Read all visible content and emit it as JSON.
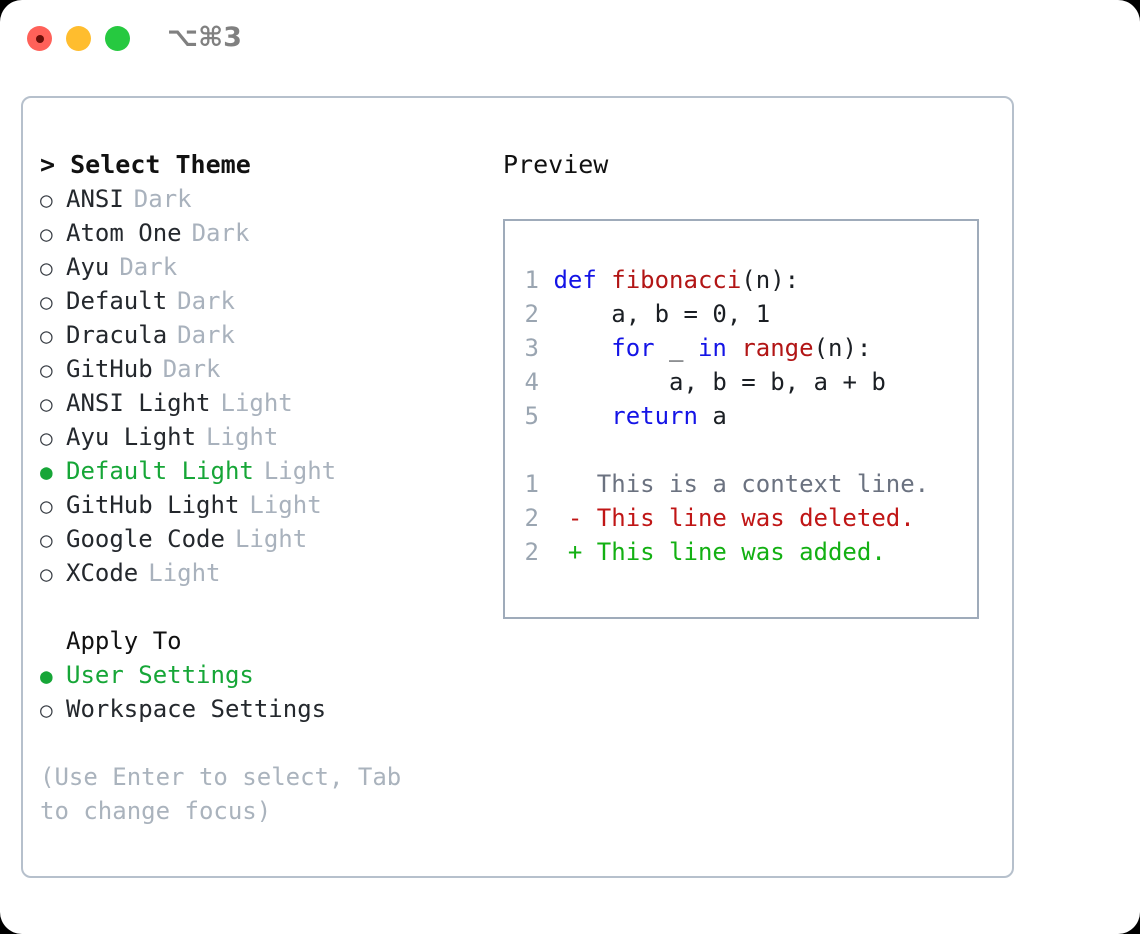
{
  "titlebar": {
    "lights": [
      {
        "name": "close",
        "color": "#ff6159"
      },
      {
        "name": "minimize",
        "color": "#ffbd2e"
      },
      {
        "name": "maximize",
        "color": "#26c940"
      }
    ],
    "shortcut": "⌥⌘3"
  },
  "colors": {
    "accent_green": "#16a637",
    "muted_gray": "#a9b2bd",
    "panel_border": "#b6c0cc",
    "preview_border": "#9fabba",
    "keyword_blue": "#1414e6",
    "function_red": "#b21515",
    "diff_delete": "#c01616",
    "diff_add": "#13b013",
    "diff_context": "#6b7280"
  },
  "left": {
    "prompt": ">",
    "header": "Select Theme",
    "themes": [
      {
        "marker": "○",
        "name": "ANSI",
        "kind": "Dark",
        "selected": false
      },
      {
        "marker": "○",
        "name": "Atom One",
        "kind": "Dark",
        "selected": false
      },
      {
        "marker": "○",
        "name": "Ayu",
        "kind": "Dark",
        "selected": false
      },
      {
        "marker": "○",
        "name": "Default",
        "kind": "Dark",
        "selected": false
      },
      {
        "marker": "○",
        "name": "Dracula",
        "kind": "Dark",
        "selected": false
      },
      {
        "marker": "○",
        "name": "GitHub",
        "kind": "Dark",
        "selected": false
      },
      {
        "marker": "○",
        "name": "ANSI Light",
        "kind": "Light",
        "selected": false
      },
      {
        "marker": "○",
        "name": "Ayu Light",
        "kind": "Light",
        "selected": false
      },
      {
        "marker": "●",
        "name": "Default Light",
        "kind": "Light",
        "selected": true
      },
      {
        "marker": "○",
        "name": "GitHub Light",
        "kind": "Light",
        "selected": false
      },
      {
        "marker": "○",
        "name": "Google Code",
        "kind": "Light",
        "selected": false
      },
      {
        "marker": "○",
        "name": "XCode",
        "kind": "Light",
        "selected": false
      }
    ],
    "apply_to": {
      "header": "Apply To",
      "options": [
        {
          "marker": "●",
          "name": "User Settings",
          "selected": true
        },
        {
          "marker": "○",
          "name": "Workspace Settings",
          "selected": false
        }
      ]
    },
    "hint": "(Use Enter to select, Tab to change focus)"
  },
  "right": {
    "title": "Preview",
    "code_lines": [
      {
        "num": "1",
        "indent": "",
        "tokens": [
          {
            "t": "def ",
            "c": "kw"
          },
          {
            "t": "fibonacci",
            "c": "fn"
          },
          {
            "t": "(n):",
            "c": "plain"
          }
        ]
      },
      {
        "num": "2",
        "indent": "    ",
        "tokens": [
          {
            "t": "a, b = 0, 1",
            "c": "plain"
          }
        ]
      },
      {
        "num": "3",
        "indent": "    ",
        "tokens": [
          {
            "t": "for ",
            "c": "kw"
          },
          {
            "t": "_ ",
            "c": "plain"
          },
          {
            "t": "in ",
            "c": "kw"
          },
          {
            "t": "range",
            "c": "fn"
          },
          {
            "t": "(n):",
            "c": "plain"
          }
        ]
      },
      {
        "num": "4",
        "indent": "        ",
        "tokens": [
          {
            "t": "a, b = b, a + b",
            "c": "plain"
          }
        ]
      },
      {
        "num": "5",
        "indent": "    ",
        "tokens": [
          {
            "t": "return ",
            "c": "kw"
          },
          {
            "t": "a",
            "c": "plain"
          }
        ]
      }
    ],
    "diff_lines": [
      {
        "num": "1",
        "sign": "  ",
        "text": "This is a context line.",
        "kind": "context"
      },
      {
        "num": "2",
        "sign": "- ",
        "text": "This line was deleted.",
        "kind": "delete"
      },
      {
        "num": "2",
        "sign": "+ ",
        "text": "This line was added.",
        "kind": "add"
      }
    ]
  }
}
